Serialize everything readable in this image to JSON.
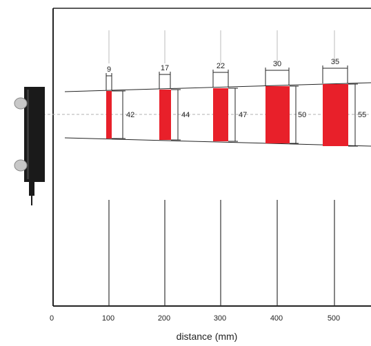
{
  "diagram": {
    "axis": {
      "title": "distance (mm)",
      "tick_labels": [
        "0",
        "100",
        "200",
        "300",
        "400",
        "500"
      ]
    },
    "measurements": [
      {
        "distance": "100",
        "spot_width": "9",
        "spot_height": "42"
      },
      {
        "distance": "200",
        "spot_width": "17",
        "spot_height": "44"
      },
      {
        "distance": "300",
        "spot_width": "22",
        "spot_height": "47"
      },
      {
        "distance": "400",
        "spot_width": "30",
        "spot_height": "50"
      },
      {
        "distance": "500",
        "spot_width": "35",
        "spot_height": "55"
      }
    ],
    "colors": {
      "spot": "#e8202a",
      "frame": "#222222",
      "guide_line": "#bbbbbb",
      "dashed_axis": "#b0b0b0",
      "sensor_body": "#1a1a1a",
      "sensor_lens": "#c8c8c8"
    }
  }
}
